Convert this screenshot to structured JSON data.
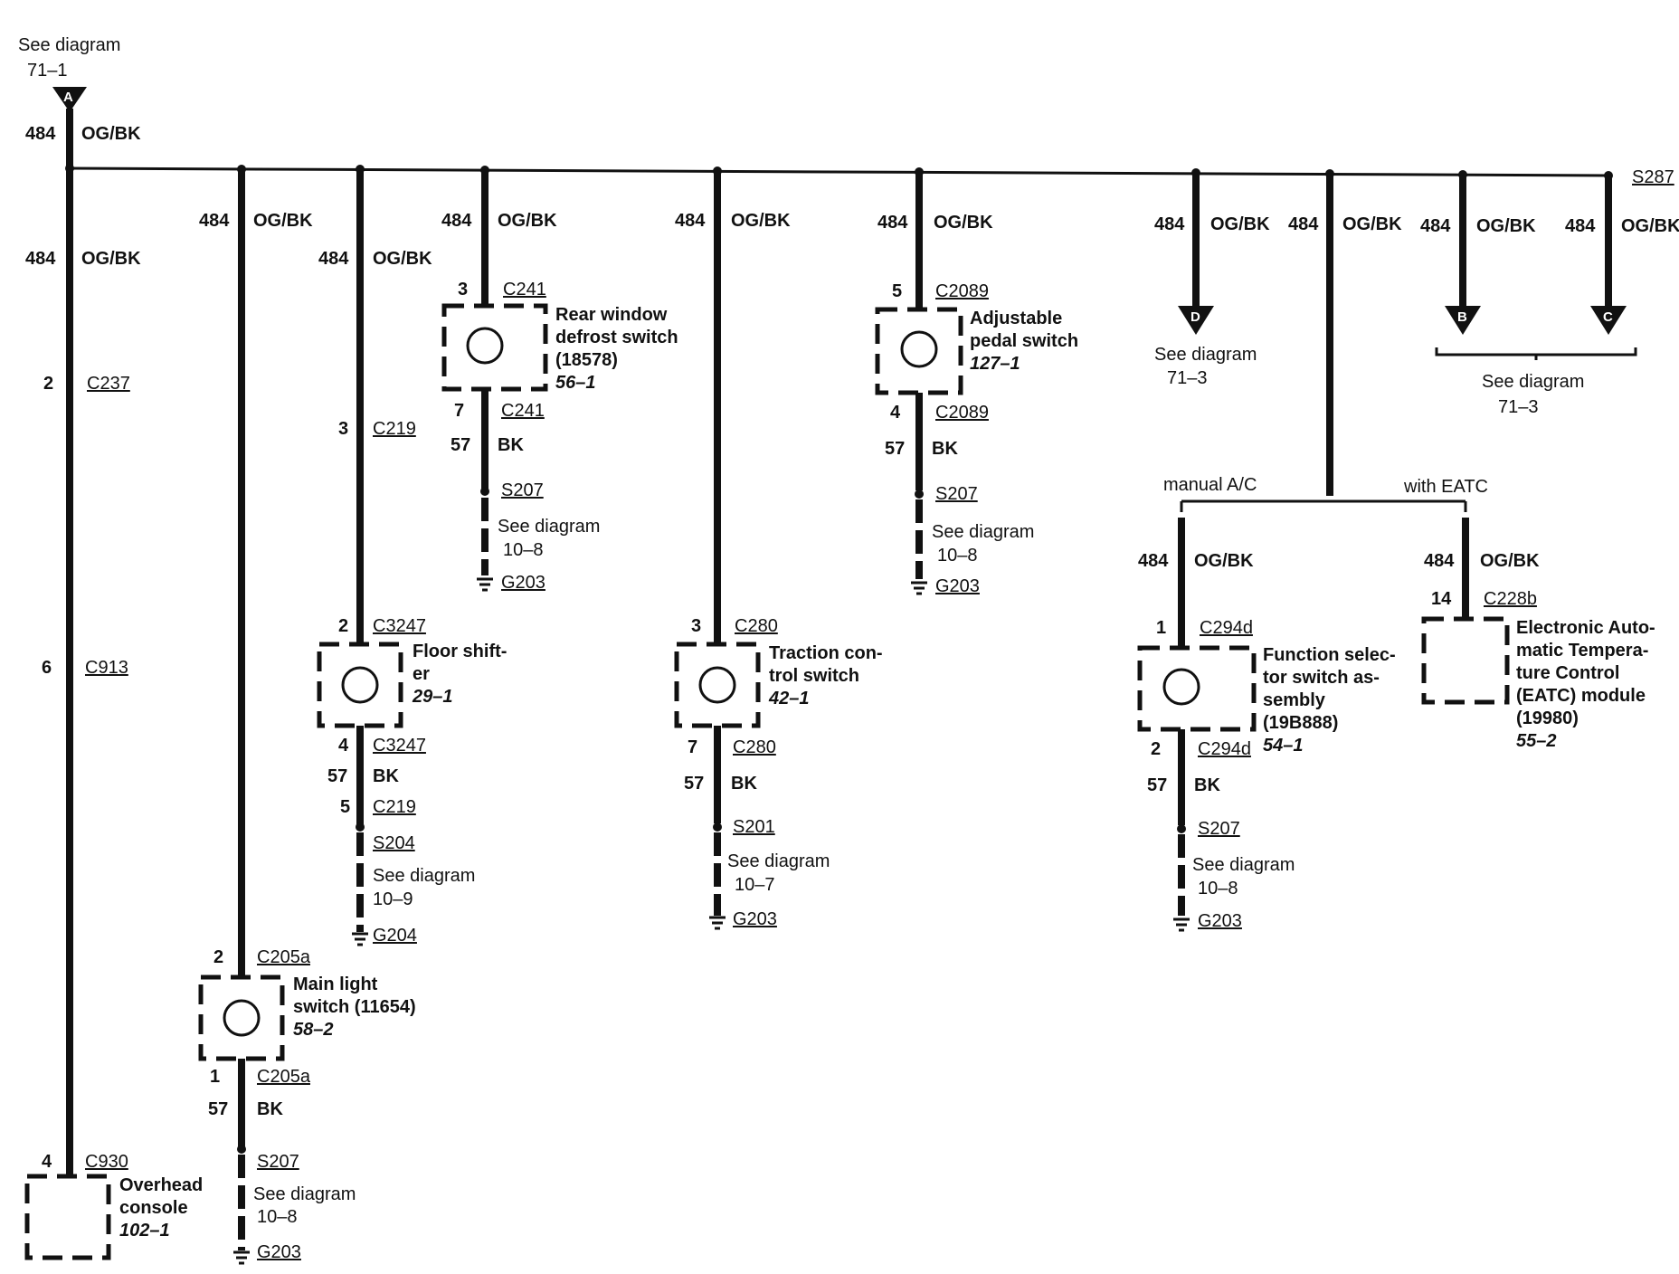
{
  "diagram": {
    "top_ref": {
      "see": "See diagram",
      "num": "71–1",
      "connector": "A"
    },
    "col1": {
      "w_top_num": "484",
      "w_top_col": "OG/BK",
      "w_num": "484",
      "w_col": "OG/BK",
      "p1": "2",
      "c1": "C237",
      "p2": "6",
      "c2": "C913",
      "p3": "4",
      "c3": "C930",
      "comp_name1": "Overhead",
      "comp_name2": "console",
      "comp_ref": "102–1"
    },
    "col2": {
      "w_num": "484",
      "w_col": "OG/BK",
      "p_in": "2",
      "c_in": "C205a",
      "comp_name1": "Main light",
      "comp_name2": "switch (11654)",
      "comp_ref": "58–2",
      "p_out": "1",
      "c_out": "C205a",
      "g_num": "57",
      "g_col": "BK",
      "splice": "S207",
      "see": "See diagram",
      "see_ref": "10–8",
      "ground": "G203"
    },
    "col3": {
      "w_num": "484",
      "w_col": "OG/BK",
      "p1": "3",
      "c1": "C219",
      "p_in": "2",
      "c_in": "C3247",
      "comp_name1": "Floor shift-",
      "comp_name2": "er",
      "comp_ref": "29–1",
      "p_out": "4",
      "c_out": "C3247",
      "g_num": "57",
      "g_col": "BK",
      "p2": "5",
      "c2": "C219",
      "splice": "S204",
      "see": "See diagram",
      "see_ref": "10–9",
      "ground": "G204"
    },
    "col4": {
      "w_num": "484",
      "w_col": "OG/BK",
      "p_in": "3",
      "c_in": "C241",
      "comp_name1": "Rear window",
      "comp_name2": "defrost switch",
      "comp_name3": "(18578)",
      "comp_ref": "56–1",
      "p_out": "7",
      "c_out": "C241",
      "g_num": "57",
      "g_col": "BK",
      "splice": "S207",
      "see": "See diagram",
      "see_ref": "10–8",
      "ground": "G203"
    },
    "col5": {
      "w_num": "484",
      "w_col": "OG/BK",
      "p_in": "3",
      "c_in": "C280",
      "comp_name1": "Traction con-",
      "comp_name2": "trol switch",
      "comp_ref": "42–1",
      "p_out": "7",
      "c_out": "C280",
      "g_num": "57",
      "g_col": "BK",
      "splice": "S201",
      "see": "See diagram",
      "see_ref": "10–7",
      "ground": "G203"
    },
    "col6": {
      "w_num": "484",
      "w_col": "OG/BK",
      "p_in": "5",
      "c_in": "C2089",
      "comp_name1": "Adjustable",
      "comp_name2": "pedal switch",
      "comp_ref": "127–1",
      "p_out": "4",
      "c_out": "C2089",
      "g_num": "57",
      "g_col": "BK",
      "splice": "S207",
      "see": "See diagram",
      "see_ref": "10–8",
      "ground": "G203"
    },
    "col7": {
      "w_num": "484",
      "w_col": "OG/BK",
      "connector": "D",
      "see": "See diagram",
      "see_ref": "71–3"
    },
    "col8": {
      "w_num": "484",
      "w_col": "OG/BK",
      "opt_left": "manual A/C",
      "opt_right": "with EATC",
      "left": {
        "w_num": "484",
        "w_col": "OG/BK",
        "p_in": "1",
        "c_in": "C294d",
        "comp_name1": "Function selec-",
        "comp_name2": "tor switch as-",
        "comp_name3": "sembly",
        "comp_name4": "(19B888)",
        "comp_ref": "54–1",
        "p_out": "2",
        "c_out": "C294d",
        "g_num": "57",
        "g_col": "BK",
        "splice": "S207",
        "see": "See diagram",
        "see_ref": "10–8",
        "ground": "G203"
      },
      "right": {
        "w_num": "484",
        "w_col": "OG/BK",
        "p_in": "14",
        "c_in": "C228b",
        "comp_name1": "Electronic Auto-",
        "comp_name2": "matic Tempera-",
        "comp_name3": "ture Control",
        "comp_name4": "(EATC) module",
        "comp_name5": "(19980)",
        "comp_ref": "55–2"
      }
    },
    "col9": {
      "w_num": "484",
      "w_col": "OG/BK",
      "connector": "B"
    },
    "col10": {
      "w_num": "484",
      "w_col": "OG/BK",
      "connector": "C",
      "splice": "S287"
    },
    "bc_ref": {
      "see": "See diagram",
      "see_ref": "71–3"
    }
  }
}
